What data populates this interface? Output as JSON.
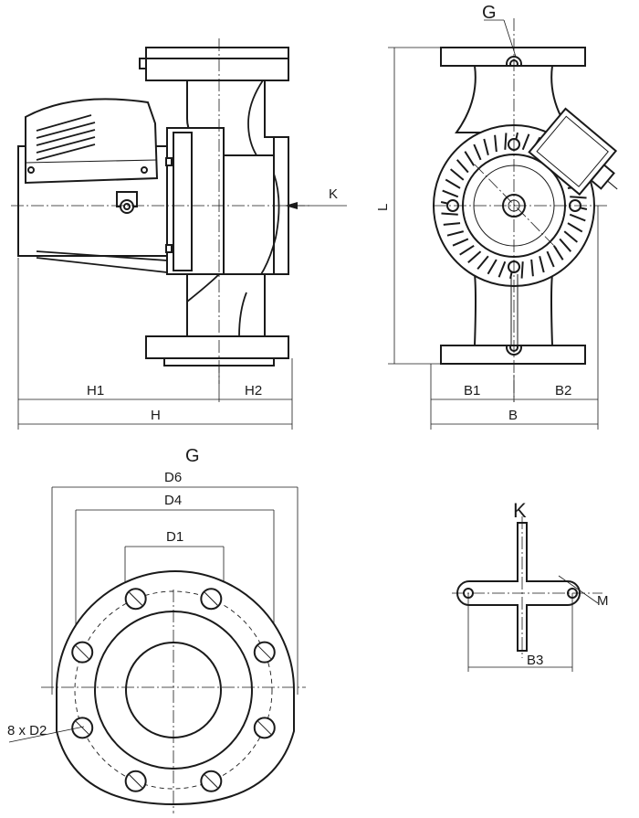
{
  "labels": {
    "g_top": "G",
    "k_side": "K",
    "l_length": "L",
    "h1": "H1",
    "h2": "H2",
    "h": "H",
    "b1": "B1",
    "b2": "B2",
    "b": "B",
    "g_flange": "G",
    "d6": "D6",
    "d4": "D4",
    "d1": "D1",
    "holes": "8 x D2",
    "k_cross": "K",
    "m": "M",
    "b3": "B3"
  },
  "colors": {
    "line": "#1a1a1a",
    "background": "#ffffff"
  }
}
